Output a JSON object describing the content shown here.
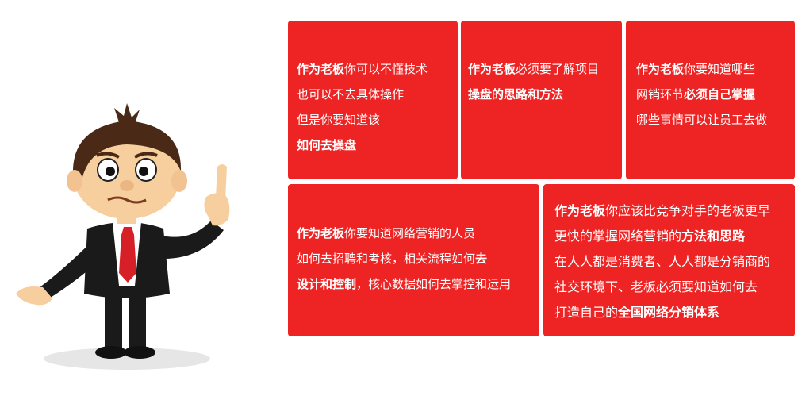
{
  "cards": [
    {
      "lines": [
        [
          {
            "t": "作为老板",
            "b": true
          },
          {
            "t": "你可以不懂技术",
            "b": false
          }
        ],
        [
          {
            "t": "也可以不去具体操作",
            "b": false
          }
        ],
        [
          {
            "t": "但是你要知道该",
            "b": false
          }
        ],
        [
          {
            "t": "如何去操盘",
            "b": true
          }
        ]
      ]
    },
    {
      "lines": [
        [
          {
            "t": "作为老板",
            "b": true
          },
          {
            "t": "必须要了解项目",
            "b": false
          }
        ],
        [
          {
            "t": "操盘的思路和方法",
            "b": true
          }
        ]
      ]
    },
    {
      "lines": [
        [
          {
            "t": "作为老板",
            "b": true
          },
          {
            "t": "你要知道哪些",
            "b": false
          }
        ],
        [
          {
            "t": "网销环节",
            "b": false
          },
          {
            "t": "必须自己掌握",
            "b": true
          }
        ],
        [
          {
            "t": "哪些事情可以让员工去做",
            "b": false
          }
        ]
      ]
    },
    {
      "lines": [
        [
          {
            "t": "作为老板",
            "b": true
          },
          {
            "t": "你要知道网络营销的人员",
            "b": false
          }
        ],
        [
          {
            "t": "如何去招聘和考核，相关流程如何",
            "b": false
          },
          {
            "t": "去",
            "b": true
          }
        ],
        [
          {
            "t": "设计和控制",
            "b": true
          },
          {
            "t": "，核心数据如何去掌控和运用",
            "b": false
          }
        ]
      ]
    },
    {
      "lines": [
        [
          {
            "t": "作为老板",
            "b": true
          },
          {
            "t": "你应该比竞争对手的老板更早",
            "b": false
          }
        ],
        [
          {
            "t": "更快的掌握网络营销的",
            "b": false
          },
          {
            "t": "方法和思路",
            "b": true
          }
        ],
        [
          {
            "t": "在人人都是消费者、人人都是分销商的",
            "b": false
          }
        ],
        [
          {
            "t": "社交环境下、老板必须要知道如何去",
            "b": false
          }
        ],
        [
          {
            "t": "打造自己的",
            "b": false
          },
          {
            "t": "全国网络分销体系",
            "b": true
          }
        ]
      ]
    }
  ],
  "colors": {
    "card_bg": "#ee2424",
    "text": "#ffffff",
    "suit": "#1a1a1a",
    "tie": "#d61f26",
    "skin": "#f7cf9e",
    "hair": "#4a2a17"
  },
  "icons": {
    "character": "cartoon-businessman-pointing-up"
  }
}
